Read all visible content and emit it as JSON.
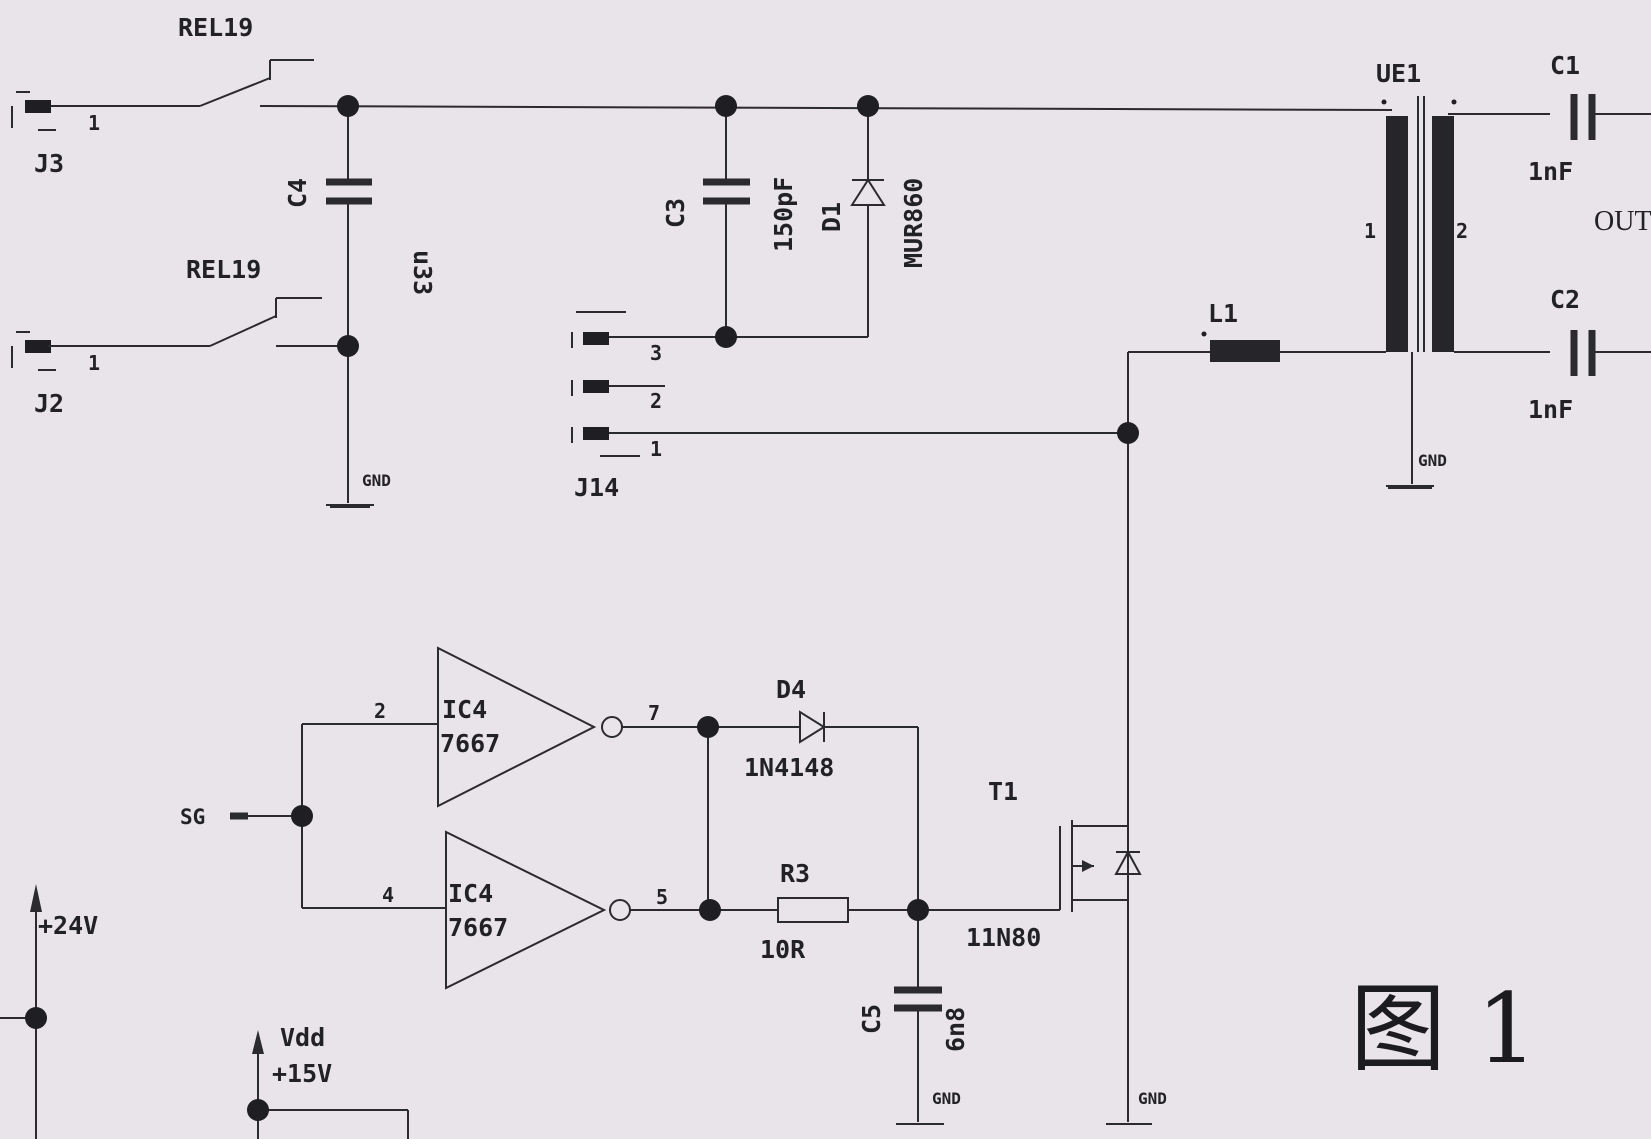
{
  "figure_label": "图 1",
  "components": {
    "J3": {
      "ref": "J3",
      "pin": "1"
    },
    "J2": {
      "ref": "J2",
      "pin": "1"
    },
    "REL19_top": {
      "ref": "REL19"
    },
    "REL19_bottom": {
      "ref": "REL19"
    },
    "C4": {
      "ref": "C4",
      "value": "u33"
    },
    "C3": {
      "ref": "C3",
      "value": "150pF"
    },
    "D1": {
      "ref": "D1",
      "value": "MUR860"
    },
    "J14": {
      "ref": "J14",
      "pins": [
        "3",
        "2",
        "1"
      ]
    },
    "UE1": {
      "ref": "UE1",
      "pin_left": "1",
      "pin_right": "2"
    },
    "C1": {
      "ref": "C1",
      "value": "1nF"
    },
    "C2": {
      "ref": "C2",
      "value": "1nF"
    },
    "L1": {
      "ref": "L1"
    },
    "IC4_top": {
      "ref": "IC4",
      "part": "7667",
      "pin_in": "2",
      "pin_out": "7"
    },
    "IC4_bottom": {
      "ref": "IC4",
      "part": "7667",
      "pin_in": "4",
      "pin_out": "5"
    },
    "D4": {
      "ref": "D4",
      "value": "1N4148"
    },
    "R3": {
      "ref": "R3",
      "value": "10R"
    },
    "C5": {
      "ref": "C5",
      "value": "6n8"
    },
    "T1": {
      "ref": "T1",
      "value": "11N80"
    }
  },
  "nets": {
    "sg": "SG",
    "out": "OUT",
    "v24": "+24V",
    "vdd": "Vdd",
    "v15": "+15V",
    "gnd": "GND"
  }
}
